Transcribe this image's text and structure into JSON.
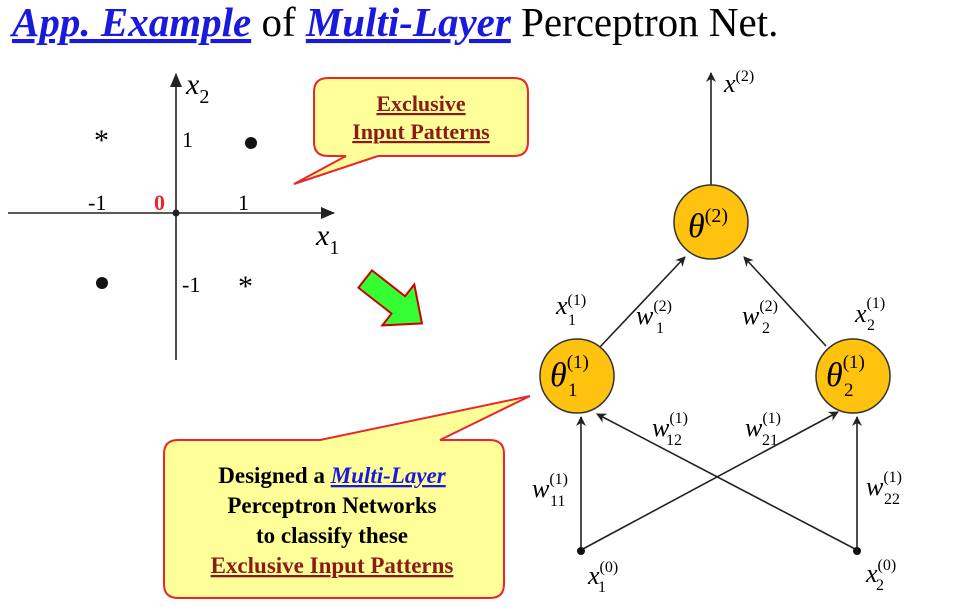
{
  "title": {
    "link1": "App. Example",
    "mid": " of ",
    "link2": "Multi-Layer",
    "tail": " Perceptron Net."
  },
  "plot": {
    "axis_x_var": "x",
    "axis_x_sub": "1",
    "axis_y_var": "x",
    "axis_y_sub": "2",
    "tick_x_neg": "-1",
    "tick_x_pos": "1",
    "tick_y_pos": "1",
    "tick_y_neg": "-1",
    "origin": "0",
    "star_symbol": "*",
    "dot_symbol": "●",
    "origin_color": "#e8262c"
  },
  "callout_top": {
    "line1": "Exclusive",
    "line2": "Input Patterns",
    "text_color": "#8b1a1a",
    "fill": "#ffff99",
    "stroke": "#e8262c"
  },
  "callout_bottom": {
    "line1_a": "Designed a ",
    "line1_link": "Multi-Layer",
    "line2": "Perceptron Networks",
    "line3": "to classify these",
    "line4": "Exclusive Input Patterns",
    "link_color": "#1a1adf",
    "line4_color": "#8b1a1a"
  },
  "arrow": {
    "fill": "#33ff33",
    "stroke": "#cc0000"
  },
  "network": {
    "node_fill": "#ffc20e",
    "node_stroke": "#333333",
    "out_label": {
      "var": "θ",
      "sup": "(2)"
    },
    "hidden1_label": {
      "var": "θ",
      "sub": "1",
      "sup": "(1)"
    },
    "hidden2_label": {
      "var": "θ",
      "sub": "2",
      "sup": "(1)"
    },
    "output_var": {
      "var": "x",
      "sup": "(2)"
    },
    "x1_hidden": {
      "var": "x",
      "sub": "1",
      "sup": "(1)"
    },
    "x2_hidden": {
      "var": "x",
      "sub": "2",
      "sup": "(1)"
    },
    "in1": {
      "var": "x",
      "sub": "1",
      "sup": "(0)"
    },
    "in2": {
      "var": "x",
      "sub": "2",
      "sup": "(0)"
    },
    "w1_2": {
      "var": "w",
      "sub": "1",
      "sup": "(2)"
    },
    "w2_2": {
      "var": "w",
      "sub": "2",
      "sup": "(2)"
    },
    "w11": {
      "var": "w",
      "sub": "11",
      "sup": "(1)"
    },
    "w12": {
      "var": "w",
      "sub": "12",
      "sup": "(1)"
    },
    "w21": {
      "var": "w",
      "sub": "21",
      "sup": "(1)"
    },
    "w22": {
      "var": "w",
      "sub": "22",
      "sup": "(1)"
    }
  }
}
